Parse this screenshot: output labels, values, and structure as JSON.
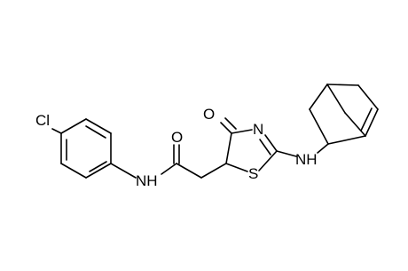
{
  "molecule": {
    "atom_labels": {
      "chlorine": "Cl",
      "amide_oxygen": "O",
      "amide_nitrogen": "NH",
      "ring_oxygen": "O",
      "ring_nitrogen": "N",
      "ring_sulfur": "S",
      "amine_nitrogen": "NH"
    }
  },
  "colors": {
    "bond": "#000000",
    "label": "#000000",
    "background": "#ffffff"
  }
}
